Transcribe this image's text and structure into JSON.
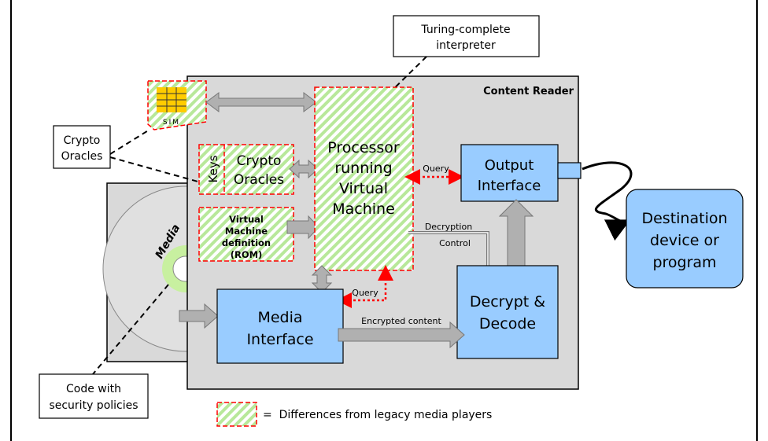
{
  "labels": {
    "turing_line1": "Turing-complete",
    "turing_line2": "interpreter",
    "content_reader": "Content Reader",
    "crypto_callout_line1": "Crypto",
    "crypto_callout_line2": "Oracles",
    "sim": "SIM",
    "keys": "Keys",
    "crypto_inner_line1": "Crypto",
    "crypto_inner_line2": "Oracles",
    "vm_def_line1": "Virtual",
    "vm_def_line2": "Machine",
    "vm_def_line3": "definition",
    "vm_def_line4": "(ROM)",
    "processor_line1": "Processor",
    "processor_line2": "running",
    "processor_line3": "Virtual",
    "processor_line4": "Machine",
    "query_top": "Query",
    "query_bottom": "Query",
    "output_line1": "Output",
    "output_line2": "Interface",
    "decryption_line1": "Decryption",
    "decryption_line2": "Control",
    "destination_line1": "Destination",
    "destination_line2": "device or",
    "destination_line3": "program",
    "media": "Media",
    "media_iface_line1": "Media",
    "media_iface_line2": "Interface",
    "encrypted": "Encrypted content",
    "decrypt_line1": "Decrypt &",
    "decrypt_line2": "Decode",
    "code_line1": "Code with",
    "code_line2": "security policies",
    "legend_text": "=  Differences from legacy media players"
  },
  "colors": {
    "blue_box": "#99CCFF",
    "hatch_green": "#B8E89A",
    "reader_gray": "#D9D9D9",
    "red_dash": "#FF0000",
    "arrow_gray": "#B0B0B0",
    "disc_ring": "#C8F0A0"
  }
}
